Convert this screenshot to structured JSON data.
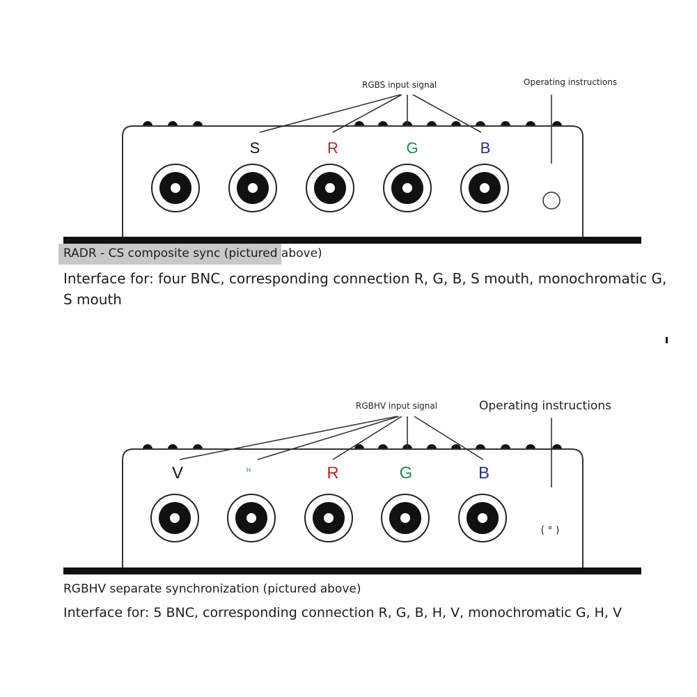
{
  "panel1": {
    "callout_signal": "RGBS input signal",
    "callout_instructions": "Operating instructions",
    "labels": [
      "S",
      "R",
      "G",
      "B"
    ],
    "label_colors": [
      "#111111",
      "#c0262d",
      "#1f8a50",
      "#2c2c86"
    ],
    "caption_title": "RADR - CS composite sync (pictured above)",
    "caption_body": "Interface for: four BNC, corresponding connection R, G, B, S mouth, monochromatic G, S mouth"
  },
  "panel2": {
    "callout_signal": "RGBHV input signal",
    "callout_instructions": "Operating instructions",
    "labels": [
      "V",
      "H",
      "R",
      "G",
      "B"
    ],
    "label_colors": [
      "#111111",
      "#1f8a50",
      "#c0262d",
      "#1f8a50",
      "#2c2c86"
    ],
    "indicator_text": "( ° )",
    "caption_title": "RGBHV separate synchronization (pictured above)",
    "caption_body": "Interface for: 5 BNC, corresponding connection R, G, B, H, V, monochromatic G, H, V"
  }
}
